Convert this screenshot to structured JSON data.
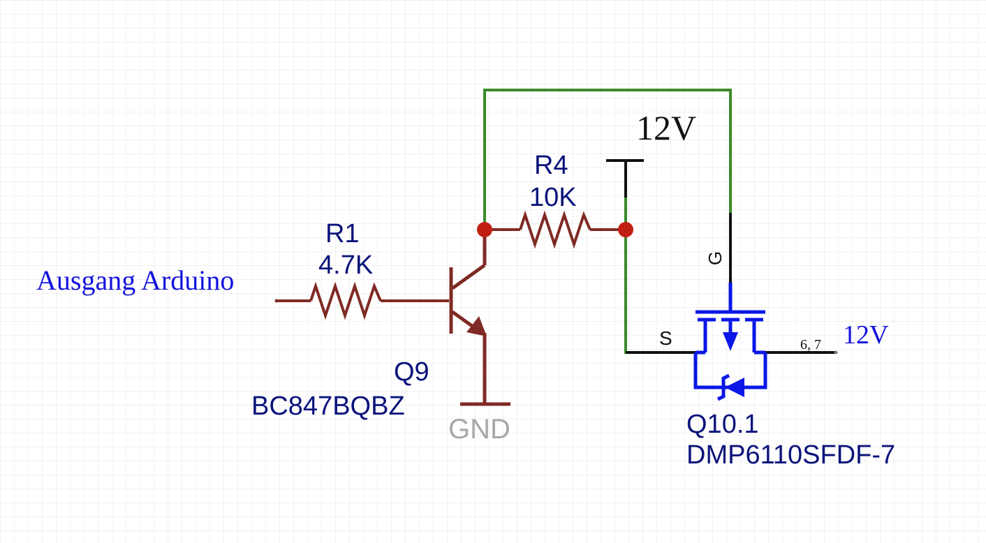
{
  "colors": {
    "background": "#ffffff",
    "grid": "#e3e3e3",
    "wire_green": "#3b8a2a",
    "component_brown": "#7f2a24",
    "junction_red": "#c21f14",
    "mosfet_blue": "#0a17e6",
    "label_navy": "#0a137a",
    "label_blue": "#1414dc",
    "power_black": "#111111",
    "gnd_gray": "#a8a8a8"
  },
  "labels": {
    "input_net": "Ausgang Arduino",
    "r1_ref": "R1",
    "r1_value": "4.7K",
    "r4_ref": "R4",
    "r4_value": "10K",
    "q9_ref": "Q9",
    "q9_part": "BC847BQBZ",
    "gnd": "GND",
    "power_top": "12V",
    "pin_g": "G",
    "pin_s": "S",
    "pin_drain_nums": "6, 7",
    "output_net": "12V",
    "q10_ref": "Q10.1",
    "q10_part": "DMP6110SFDF-7"
  }
}
